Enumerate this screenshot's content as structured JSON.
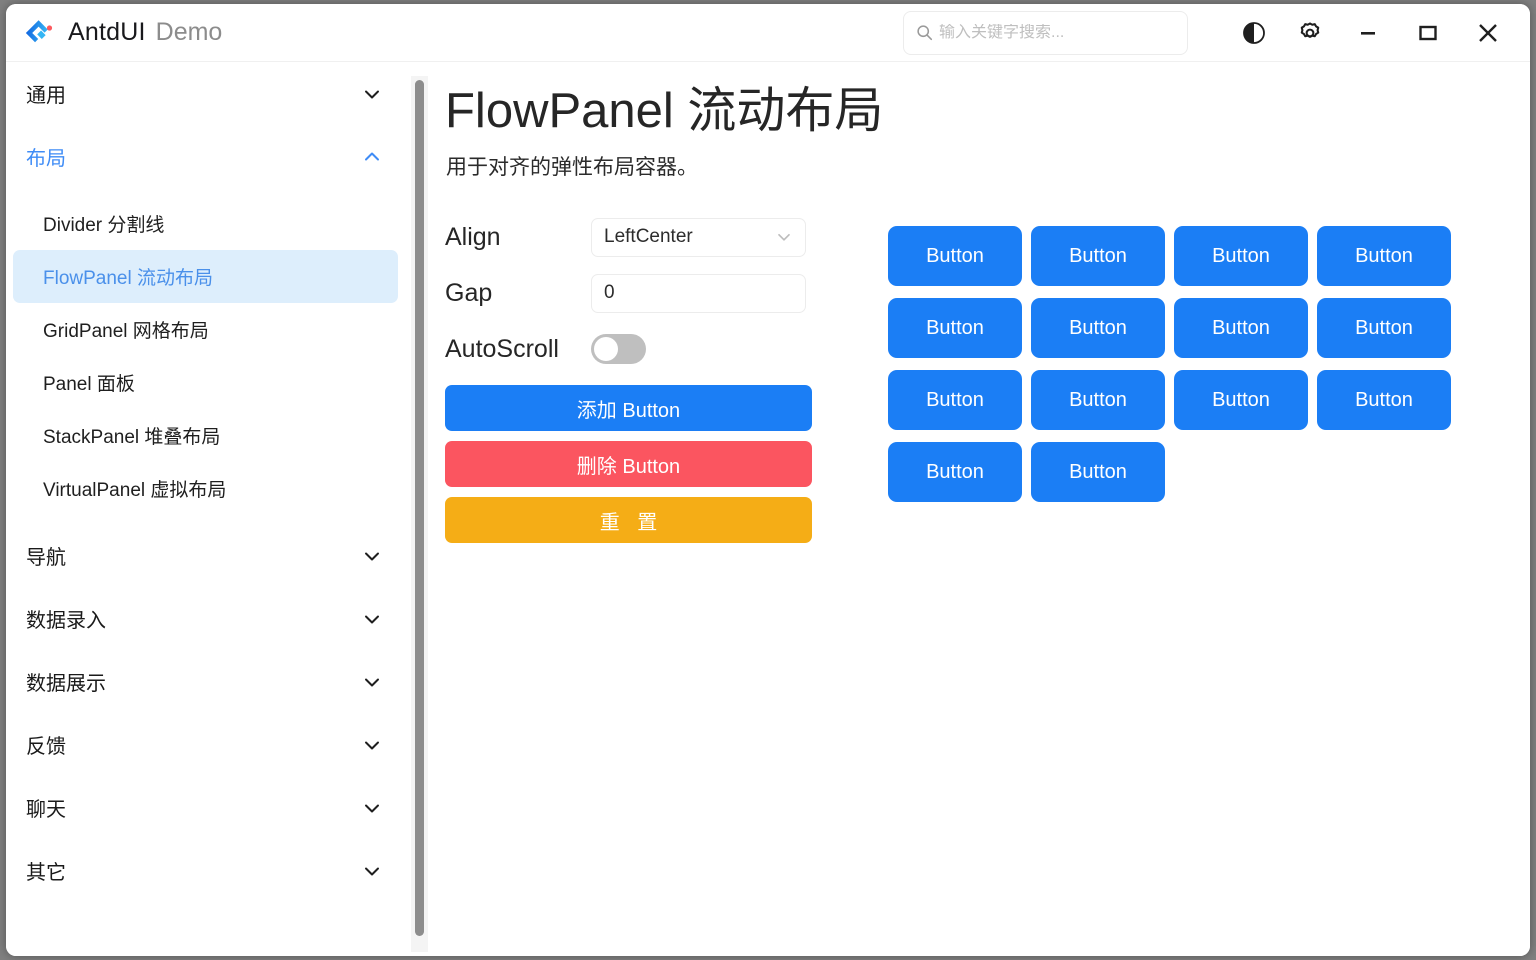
{
  "titlebar": {
    "logo_icon": "antdui-logo-icon",
    "app_name": "AntdUI",
    "app_subtitle": "Demo",
    "search": {
      "icon": "search-icon",
      "value": "",
      "placeholder": "输入关键字搜索..."
    },
    "theme_icon": "theme-contrast-icon",
    "settings_icon": "gear-icon",
    "minimize_icon": "minimize-icon",
    "maximize_icon": "maximize-icon",
    "close_icon": "close-icon"
  },
  "sidebar": {
    "groups": [
      {
        "label": "通用",
        "expanded": false,
        "chevron": "chevron-down-icon",
        "items": []
      },
      {
        "label": "布局",
        "expanded": true,
        "chevron": "chevron-up-icon",
        "items": [
          {
            "label": "Divider 分割线",
            "active": false
          },
          {
            "label": "FlowPanel 流动布局",
            "active": true
          },
          {
            "label": "GridPanel 网格布局",
            "active": false
          },
          {
            "label": "Panel 面板",
            "active": false
          },
          {
            "label": "StackPanel 堆叠布局",
            "active": false
          },
          {
            "label": "VirtualPanel 虚拟布局",
            "active": false
          }
        ]
      },
      {
        "label": "导航",
        "expanded": false,
        "chevron": "chevron-down-icon",
        "items": []
      },
      {
        "label": "数据录入",
        "expanded": false,
        "chevron": "chevron-down-icon",
        "items": []
      },
      {
        "label": "数据展示",
        "expanded": false,
        "chevron": "chevron-down-icon",
        "items": []
      },
      {
        "label": "反馈",
        "expanded": false,
        "chevron": "chevron-down-icon",
        "items": []
      },
      {
        "label": "聊天",
        "expanded": false,
        "chevron": "chevron-down-icon",
        "items": []
      },
      {
        "label": "其它",
        "expanded": false,
        "chevron": "chevron-down-icon",
        "items": []
      }
    ],
    "scrollbar": "vertical-scrollbar"
  },
  "main": {
    "title": "FlowPanel 流动布局",
    "description": "用于对齐的弹性布局容器。",
    "controls": {
      "align": {
        "label": "Align",
        "value": "LeftCenter",
        "chevron": "chevron-down-icon"
      },
      "gap": {
        "label": "Gap",
        "value": "0"
      },
      "autoscroll": {
        "label": "AutoScroll",
        "checked": false
      },
      "buttons": [
        {
          "label": "添加 Button",
          "color": "#1b7ef5"
        },
        {
          "label": "删除 Button",
          "color": "#fb5560"
        },
        {
          "label": "重 置",
          "color": "#f5ad16"
        }
      ]
    },
    "flow_panel": {
      "button_label": "Button",
      "button_color": "#1b7ef5",
      "count": 14
    }
  },
  "colors": {
    "primary": "#1b7ef5",
    "danger": "#fb5560",
    "warning": "#f5ad16",
    "accent_text": "#4a90ea",
    "selected_bg": "#ddeefc",
    "window_bg": "#ffffff",
    "backdrop": "#808080"
  }
}
